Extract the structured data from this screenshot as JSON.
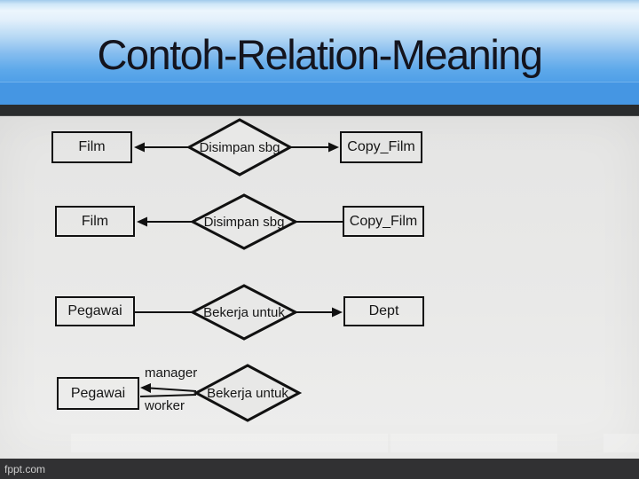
{
  "slide": {
    "title": "Contoh-Relation-Meaning"
  },
  "footer": {
    "watermark": "fppt.com"
  },
  "colors": {
    "header_blue": "#4596e3",
    "header_gradient_top": "#a2cbec",
    "header_gradient_light": "#ecf6fd",
    "stripe_dark": "#2a2c2d",
    "content_bg": "#e8e8e7",
    "footer_bar": "#313133",
    "diagram_line": "#111111"
  },
  "diagram": {
    "type": "entity-relationship",
    "rows": [
      {
        "entity_left": "Film",
        "relation": "Disimpan sbg",
        "entity_right": "Copy_Film",
        "arrow_left": true,
        "arrow_right": true
      },
      {
        "entity_left": "Film",
        "relation": "Disimpan sbg",
        "entity_right": "Copy_Film",
        "arrow_left": true,
        "arrow_right": false
      },
      {
        "entity_left": "Pegawai",
        "relation": "Bekerja untuk",
        "entity_right": "Dept",
        "arrow_left": false,
        "arrow_right": true
      },
      {
        "entity_left": "Pegawai",
        "relation": "Bekerja untuk",
        "entity_right": null,
        "recursive": true,
        "roles": {
          "top": "manager",
          "bottom": "worker"
        }
      }
    ]
  }
}
